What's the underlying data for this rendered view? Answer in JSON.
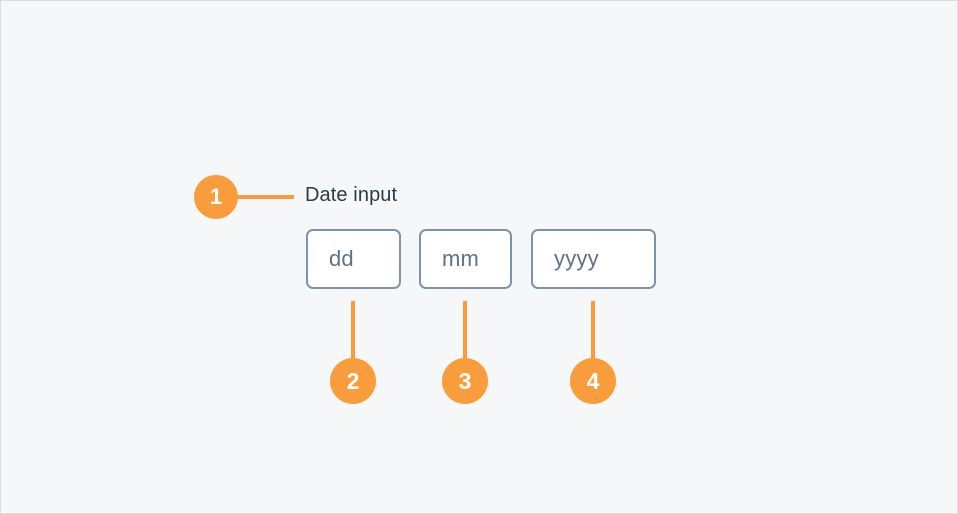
{
  "canvas": {
    "background_color": "#f6f7f9",
    "border_color": "#dcdcdc",
    "accent_color": "#f99d3c"
  },
  "annotation": {
    "markers": [
      {
        "number": "1",
        "target": "date-input-label"
      },
      {
        "number": "2",
        "target": "day-field"
      },
      {
        "number": "3",
        "target": "month-field"
      },
      {
        "number": "4",
        "target": "year-field"
      }
    ]
  },
  "date_input": {
    "label": "Date input",
    "label_color": "#2e3a47",
    "border_color": "#7e93ab",
    "placeholder_color": "#5f7183",
    "fields": [
      {
        "name": "day",
        "placeholder": "dd",
        "value": ""
      },
      {
        "name": "month",
        "placeholder": "mm",
        "value": ""
      },
      {
        "name": "year",
        "placeholder": "yyyy",
        "value": ""
      }
    ]
  }
}
